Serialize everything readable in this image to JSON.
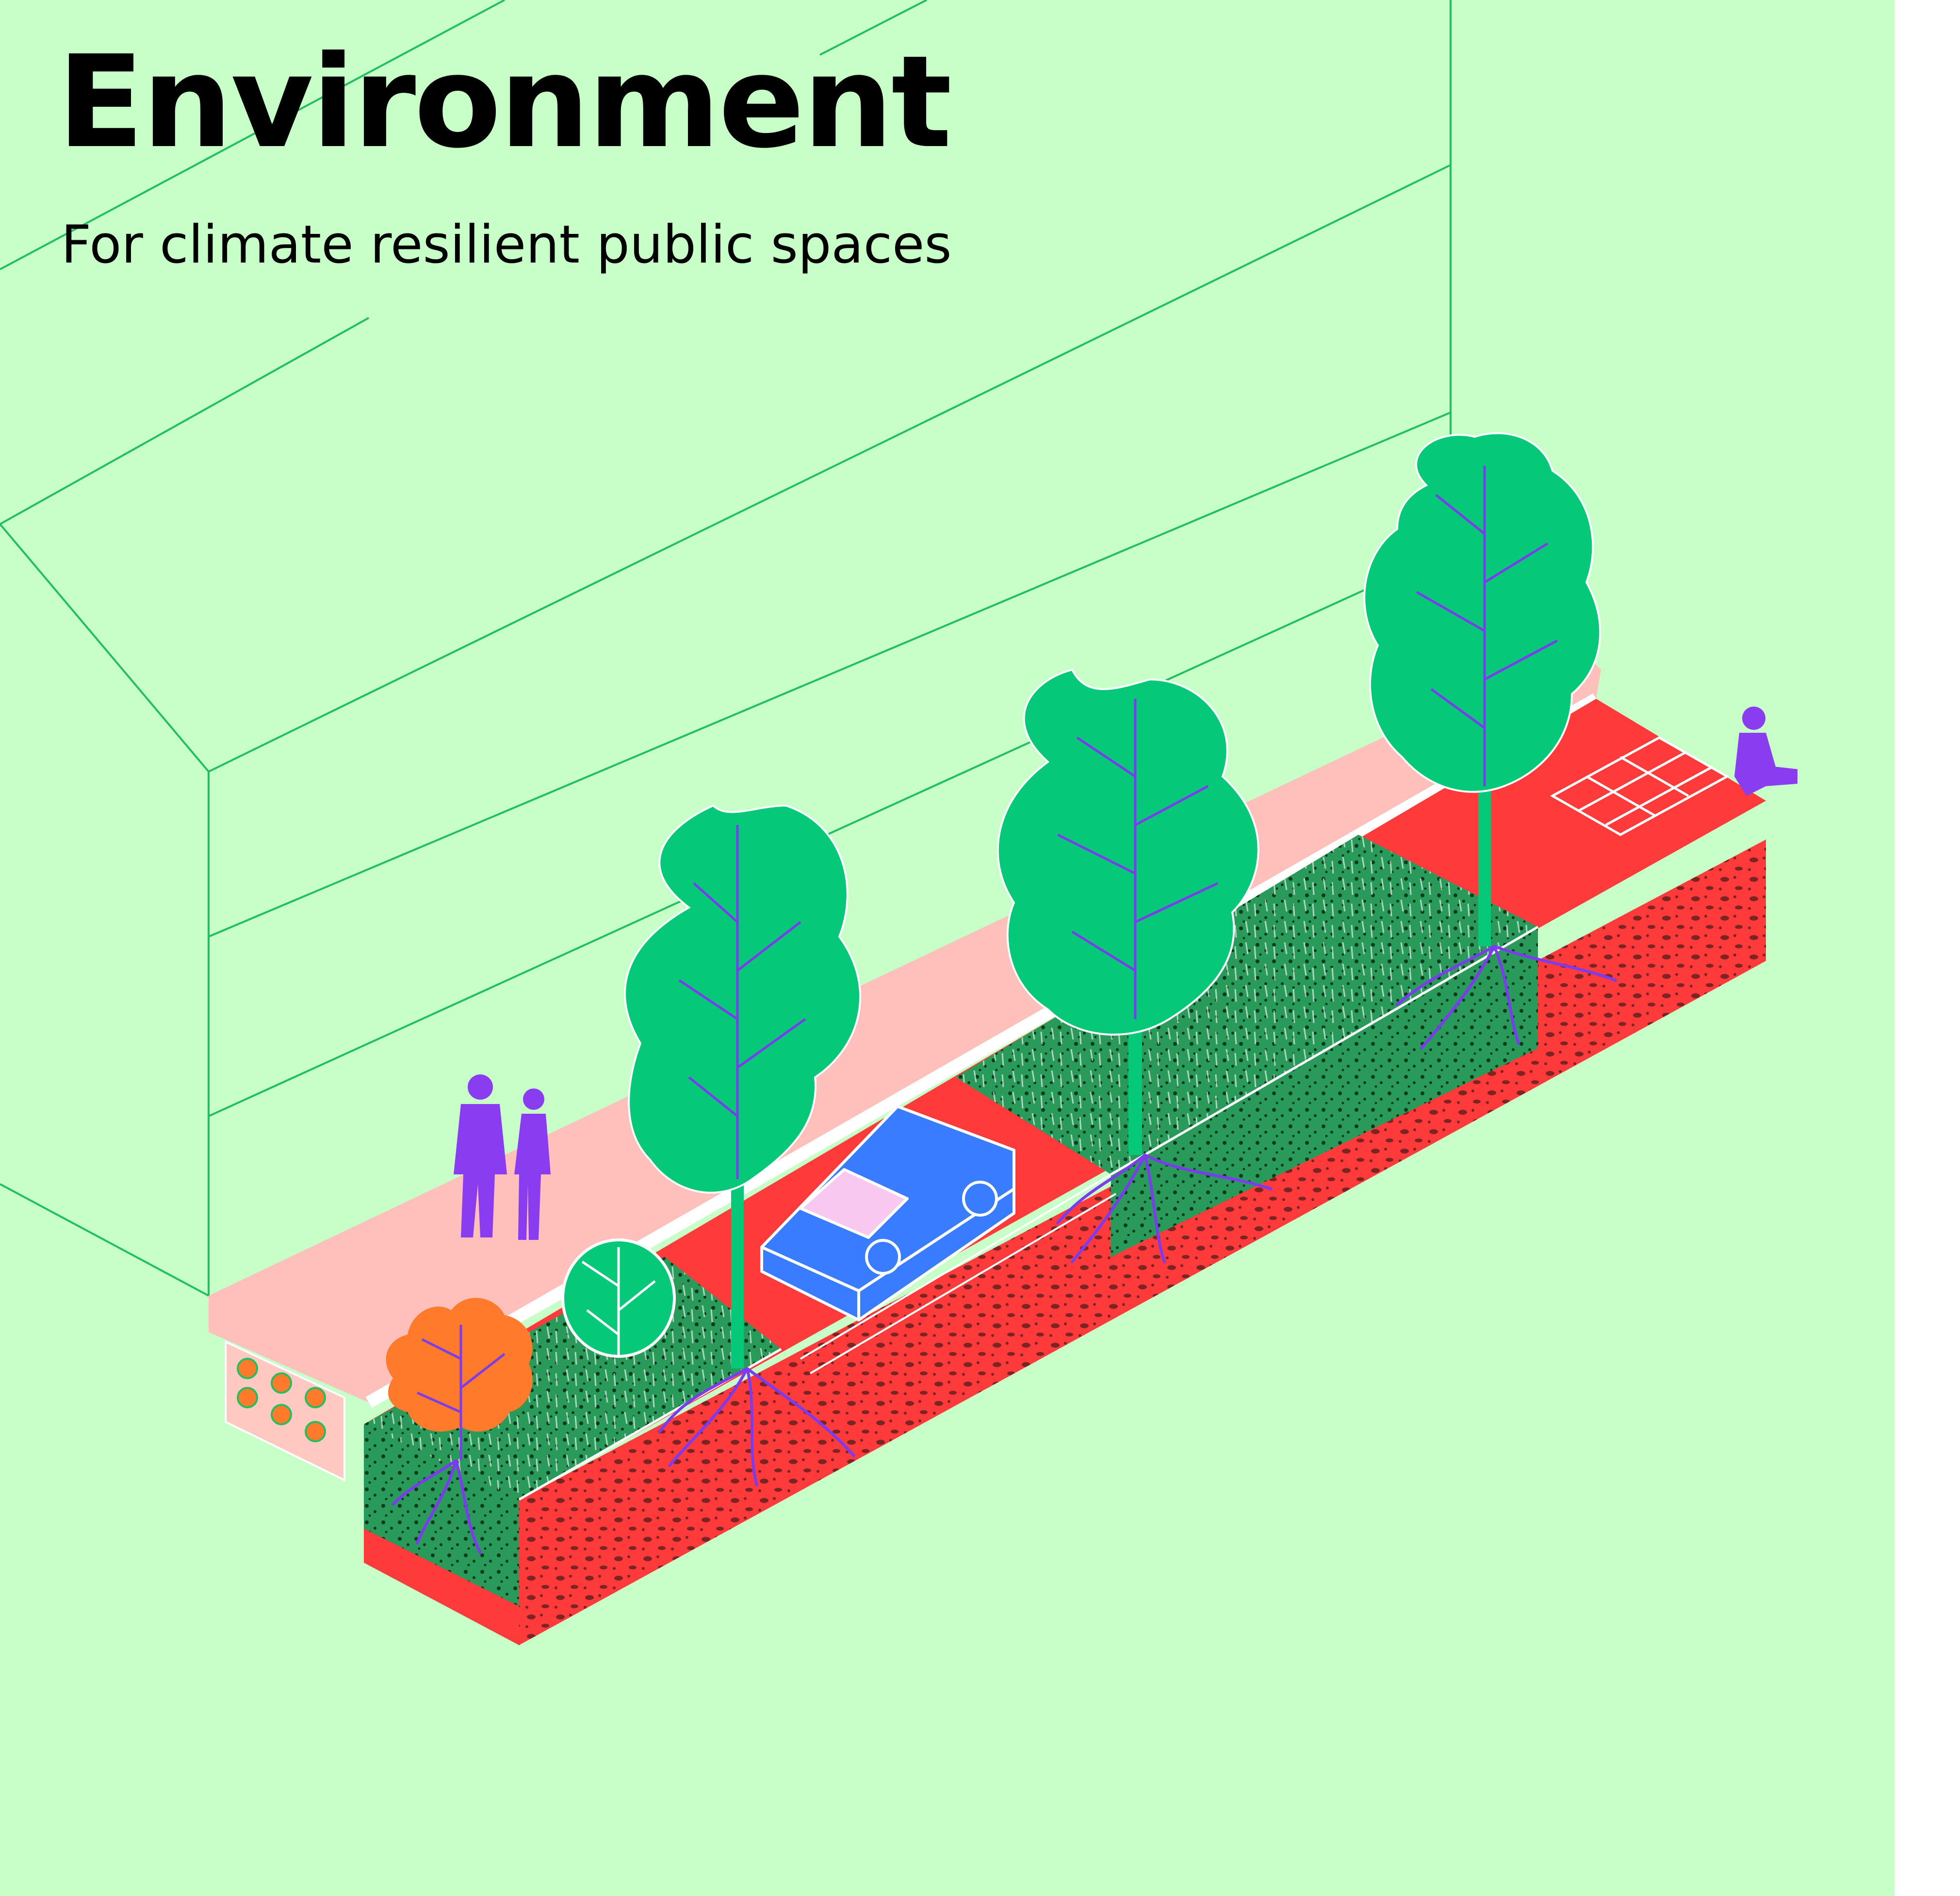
{
  "heading": {
    "title": "Environment",
    "subtitle": "For climate resilient public spaces"
  },
  "palette": {
    "background": "#c8ffc8",
    "outline": "#1fbf62",
    "sidewalk": "#ffbfbb",
    "road": "#ff3a3a",
    "planting": "#2a9a5a",
    "tree": "#05c878",
    "roots": "#7b3cf0",
    "car": "#3a7cff",
    "shrub": "#ff7a2a"
  },
  "illustration": {
    "figures": [
      "walking-couple",
      "sitting-person"
    ],
    "elements": [
      "building-outline",
      "sidewalk",
      "street-trees",
      "shrubs",
      "parked-car",
      "bioswale",
      "paving",
      "soil-section",
      "roots"
    ]
  }
}
